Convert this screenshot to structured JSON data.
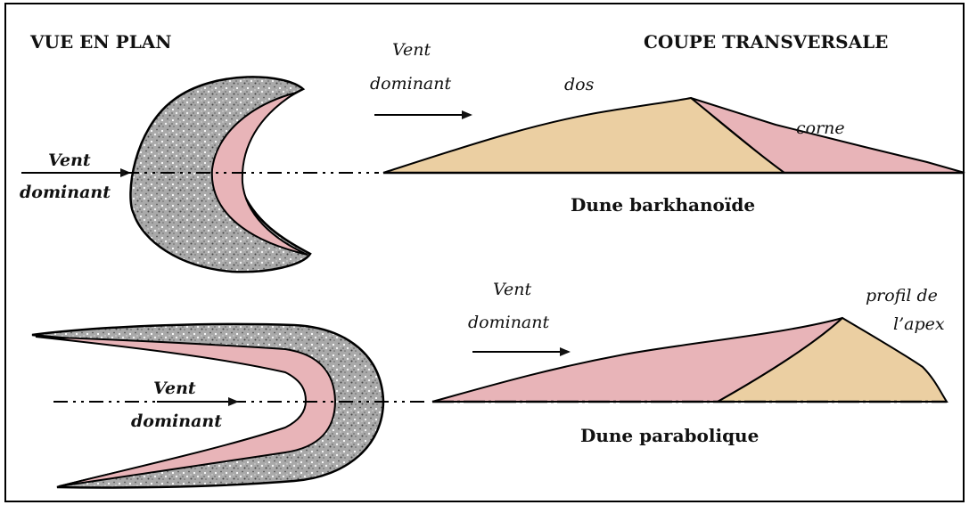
{
  "headers": {
    "plan_view": "VUE EN PLAN",
    "cross_section": "COUPE TRANSVERSALE"
  },
  "barkhanoid": {
    "wind_label_line1": "Vent",
    "wind_label_line2": "dominant",
    "section_wind_line1": "Vent",
    "section_wind_line2": "dominant",
    "back_label": "dos",
    "horn_label": "corne",
    "caption": "Dune barkhanoïde"
  },
  "parabolic": {
    "wind_label_line1": "Vent",
    "wind_label_line2": "dominant",
    "section_wind_line1": "Vent",
    "section_wind_line2": "dominant",
    "apex_label_line1": "profil de",
    "apex_label_line2": "l’apex",
    "caption": "Dune parabolique"
  },
  "colors": {
    "pink": "#e8b4b8",
    "sand": "#ebcfa2",
    "speckle_base": "#a9a9a9",
    "frame": "#000000"
  }
}
